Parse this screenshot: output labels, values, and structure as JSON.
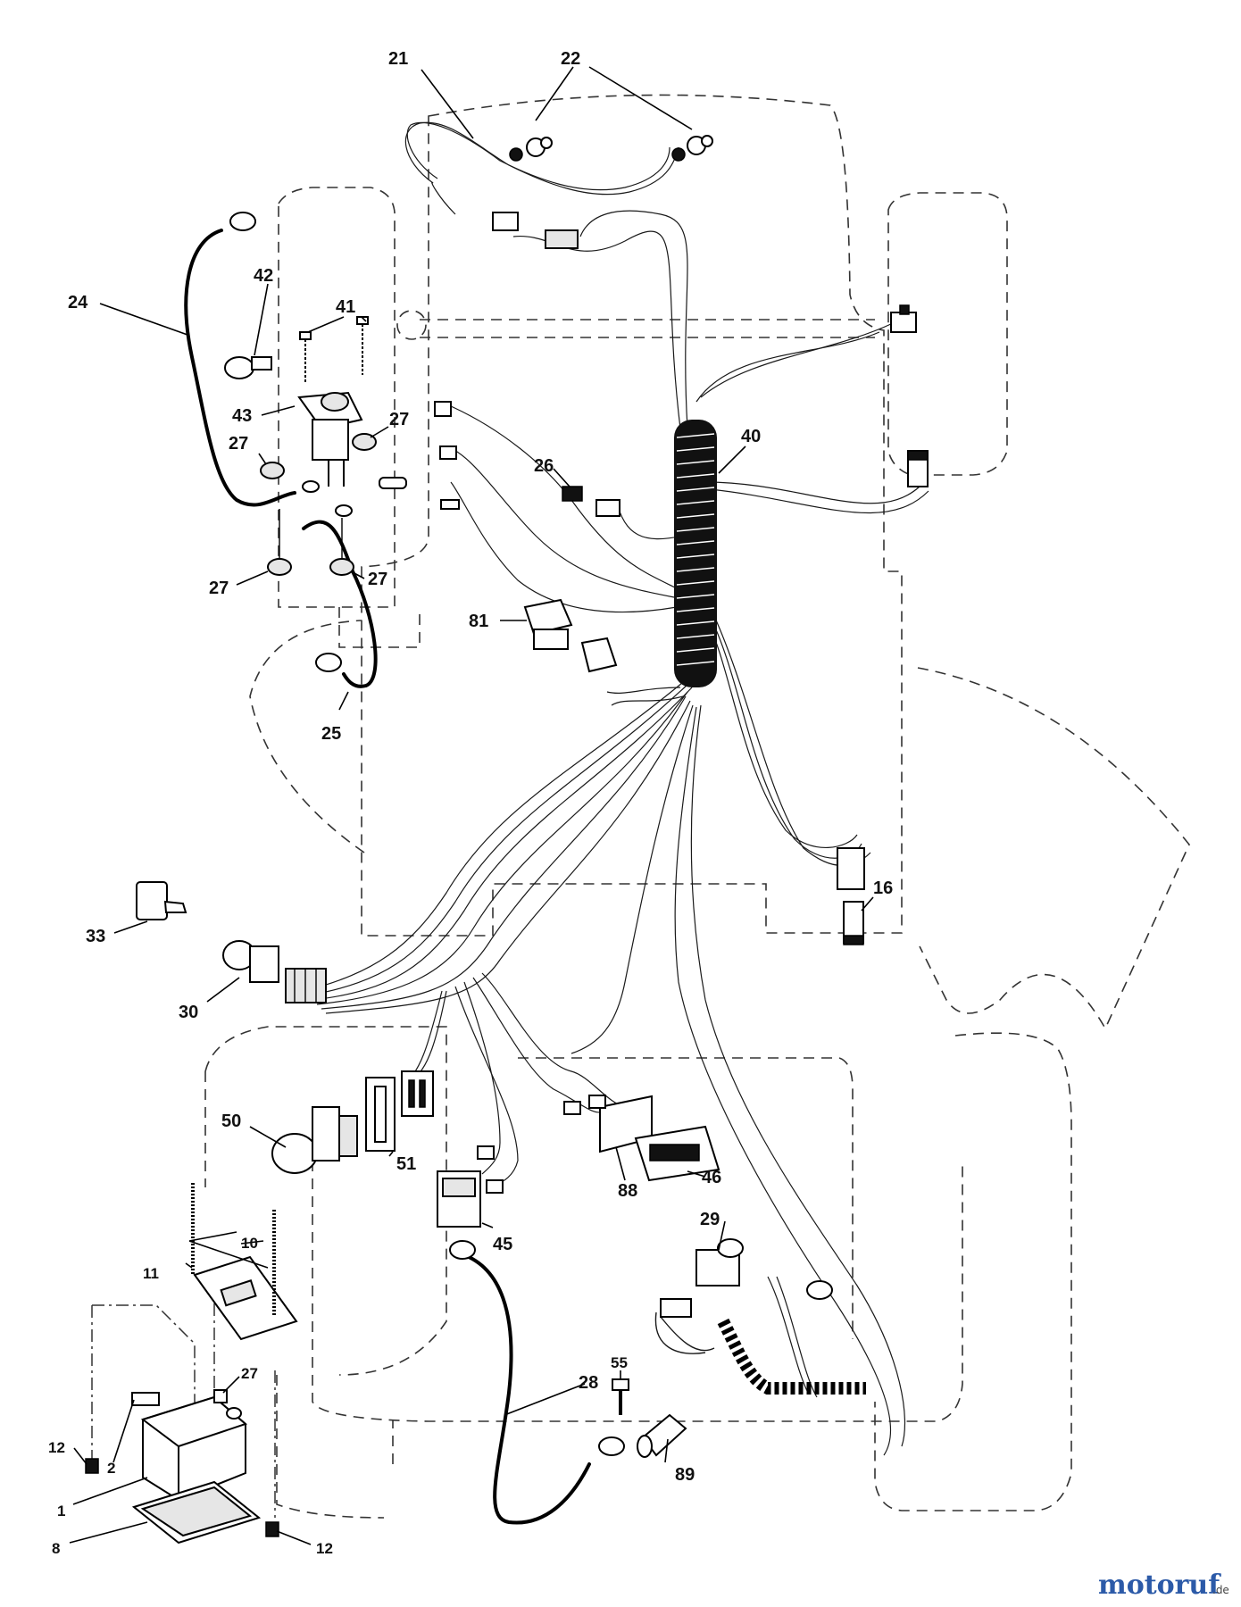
{
  "labels": {
    "l1": "1",
    "l2": "2",
    "l8": "8",
    "l10": "10",
    "l11": "11",
    "l12a": "12",
    "l12b": "12",
    "l16": "16",
    "l21": "21",
    "l22": "22",
    "l24": "24",
    "l25": "25",
    "l26": "26",
    "l27a": "27",
    "l27b": "27",
    "l27c": "27",
    "l27d": "27",
    "l27e": "27",
    "l28": "28",
    "l29": "29",
    "l30": "30",
    "l33": "33",
    "l40": "40",
    "l41": "41",
    "l42": "42",
    "l43": "43",
    "l45": "45",
    "l46": "46",
    "l50": "50",
    "l51": "51",
    "l55": "55",
    "l81": "81",
    "l88": "88",
    "l89": "89"
  },
  "watermark": {
    "brand": "motoruf",
    "suffix": ".de"
  },
  "colors": {
    "ink": "#000000",
    "paper": "#ffffff",
    "brand_blue": "#2c5aa8",
    "brand_red": "#c83232",
    "brand_green": "#3a8a3a"
  }
}
